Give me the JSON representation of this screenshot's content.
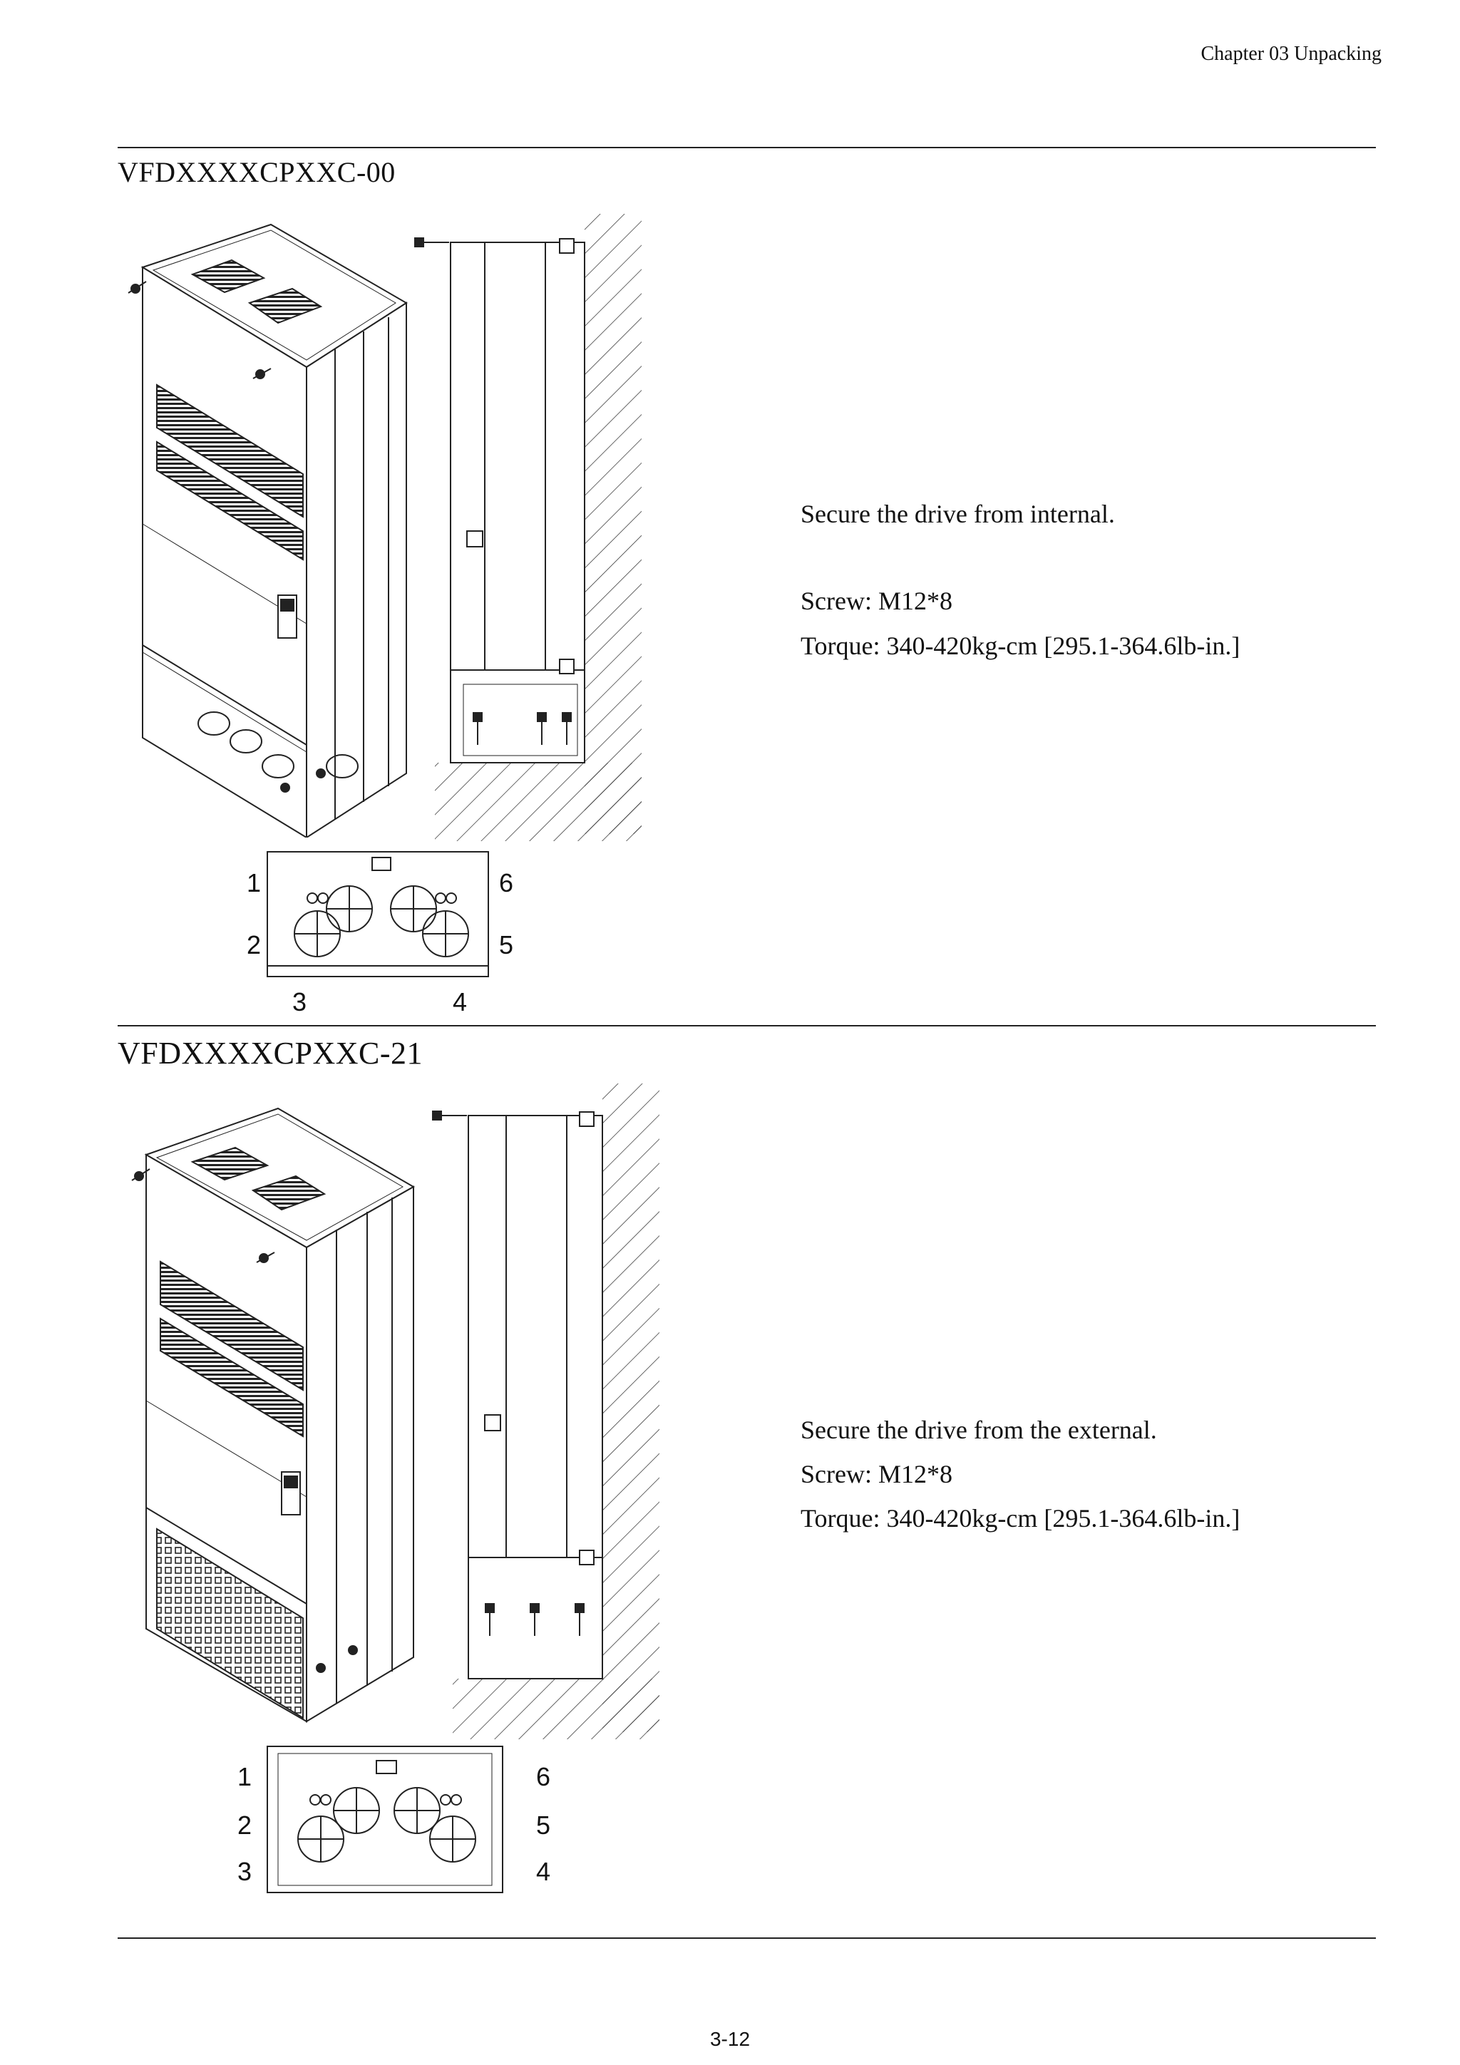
{
  "header": {
    "chapter": "Chapter 03 Unpacking"
  },
  "sections": [
    {
      "title": "VFDXXXXCPXXC-00",
      "instructions": [
        "Secure the drive from internal.",
        "Screw: M12*8",
        "Torque: 340-420kg-cm [295.1-364.6lb-in.]"
      ],
      "callouts": [
        "1",
        "2",
        "3",
        "4",
        "5",
        "6"
      ]
    },
    {
      "title": "VFDXXXXCPXXC-21",
      "instructions": [
        "Secure the drive from the external.",
        "Screw: M12*8",
        "Torque: 340-420kg-cm [295.1-364.6lb-in.]"
      ],
      "callouts": [
        "1",
        "2",
        "3",
        "4",
        "5",
        "6"
      ]
    }
  ],
  "footer": {
    "page_number": "3-12"
  }
}
